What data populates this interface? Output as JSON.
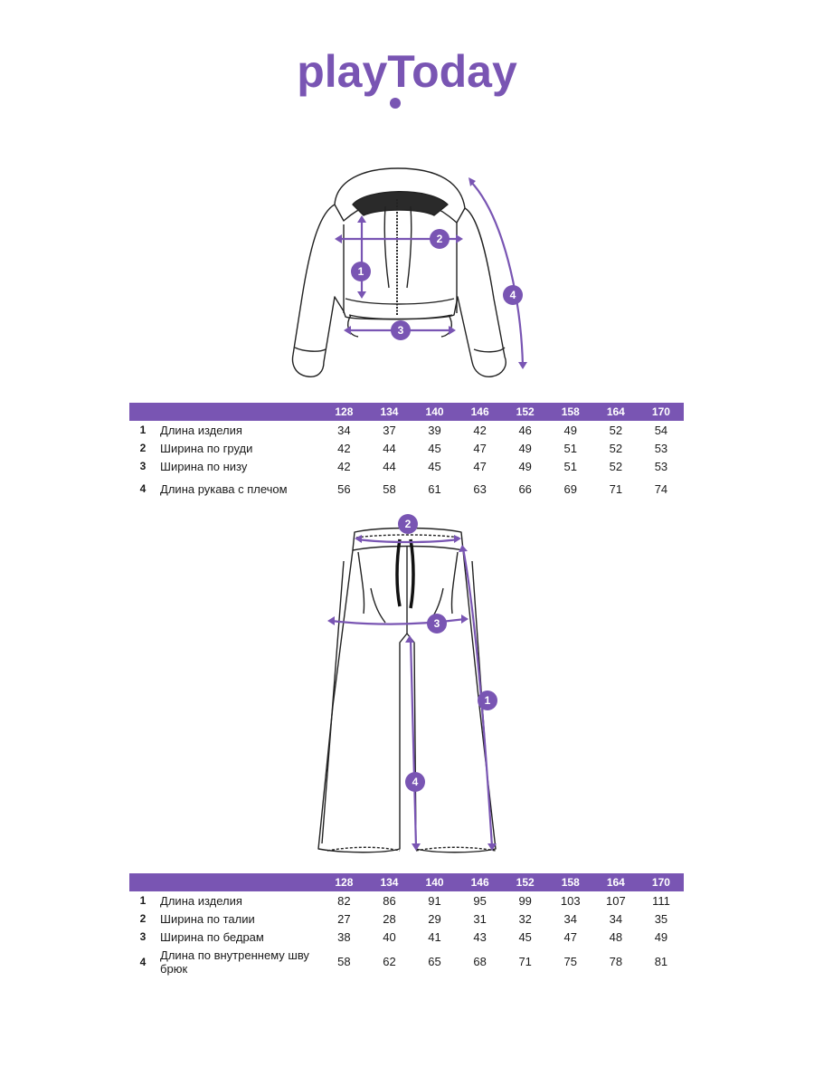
{
  "brand": {
    "name": "playToday",
    "color": "#7955b3"
  },
  "jacket_figure": {
    "markers": [
      "1",
      "2",
      "3",
      "4"
    ]
  },
  "pants_figure": {
    "markers": [
      "1",
      "2",
      "3",
      "4"
    ]
  },
  "jacket_table": {
    "sizes": [
      "128",
      "134",
      "140",
      "146",
      "152",
      "158",
      "164",
      "170"
    ],
    "rows": [
      {
        "num": "1",
        "label": "Длина изделия",
        "values": [
          "34",
          "37",
          "39",
          "42",
          "46",
          "49",
          "52",
          "54"
        ]
      },
      {
        "num": "2",
        "label": "Ширина по груди",
        "values": [
          "42",
          "44",
          "45",
          "47",
          "49",
          "51",
          "52",
          "53"
        ]
      },
      {
        "num": "3",
        "label": "Ширина по низу",
        "values": [
          "42",
          "44",
          "45",
          "47",
          "49",
          "51",
          "52",
          "53"
        ]
      },
      {
        "num": "4",
        "label": "Длина рукава с плечом",
        "values": [
          "56",
          "58",
          "61",
          "63",
          "66",
          "69",
          "71",
          "74"
        ]
      }
    ]
  },
  "pants_table": {
    "sizes": [
      "128",
      "134",
      "140",
      "146",
      "152",
      "158",
      "164",
      "170"
    ],
    "rows": [
      {
        "num": "1",
        "label": "Длина изделия",
        "values": [
          "82",
          "86",
          "91",
          "95",
          "99",
          "103",
          "107",
          "111"
        ]
      },
      {
        "num": "2",
        "label": "Ширина по талии",
        "values": [
          "27",
          "28",
          "29",
          "31",
          "32",
          "34",
          "34",
          "35"
        ]
      },
      {
        "num": "3",
        "label": "Ширина по бедрам",
        "values": [
          "38",
          "40",
          "41",
          "43",
          "45",
          "47",
          "48",
          "49"
        ]
      },
      {
        "num": "4",
        "label": "Длина по внутреннему шву брюк",
        "values": [
          "58",
          "62",
          "65",
          "68",
          "71",
          "75",
          "78",
          "81"
        ]
      }
    ]
  }
}
